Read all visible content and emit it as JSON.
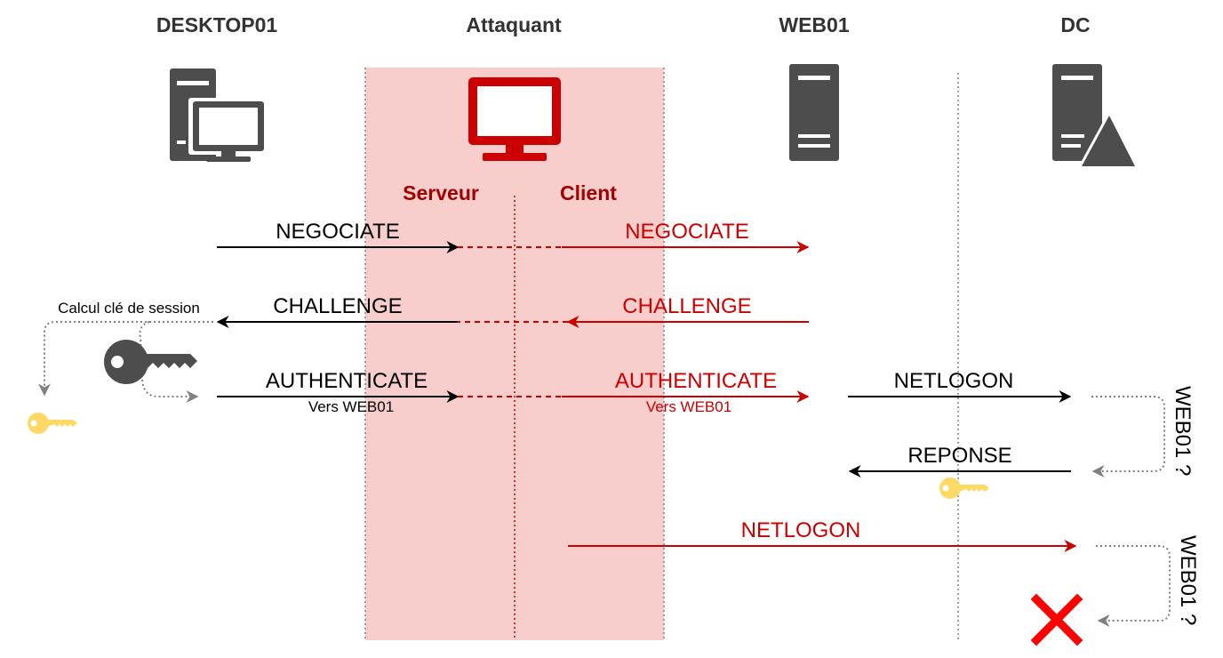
{
  "colors": {
    "attacker_red": "#cc0000",
    "attacker_dark_red": "#a20000",
    "attacker_zone": "#f8cecc",
    "neutral_dark": "#000000",
    "icon_gray": "#4d4d4d",
    "key_gold": "#ffd966",
    "cross_red": "#ff0000",
    "connector_gray": "#808080"
  },
  "actors": {
    "desktop": "DESKTOP01",
    "attacker": "Attaquant",
    "web": "WEB01",
    "dc": "DC"
  },
  "roles": {
    "server": "Serveur",
    "client": "Client"
  },
  "annotations": {
    "session_key": "Calcul clé de session",
    "web01_check_1": "WEB01 ?",
    "web01_check_2": "WEB01 ?"
  },
  "messages": {
    "negociate_left": "NEGOCIATE",
    "negociate_right": "NEGOCIATE",
    "challenge_left": "CHALLENGE",
    "challenge_right": "CHALLENGE",
    "authenticate_left": "AUTHENTICATE",
    "authenticate_left_sub": "Vers WEB01",
    "authenticate_right": "AUTHENTICATE",
    "authenticate_right_sub": "Vers WEB01",
    "netlogon_web": "NETLOGON",
    "reponse": "REPONSE",
    "netlogon_attacker": "NETLOGON"
  },
  "icons": {
    "desktop": "desktop-server-icon",
    "attacker": "monitor-icon",
    "web": "server-icon",
    "dc": "domain-controller-icon",
    "session_key": "key-icon",
    "derived_key": "key-icon",
    "response_key": "key-icon",
    "failure": "cross-icon"
  }
}
